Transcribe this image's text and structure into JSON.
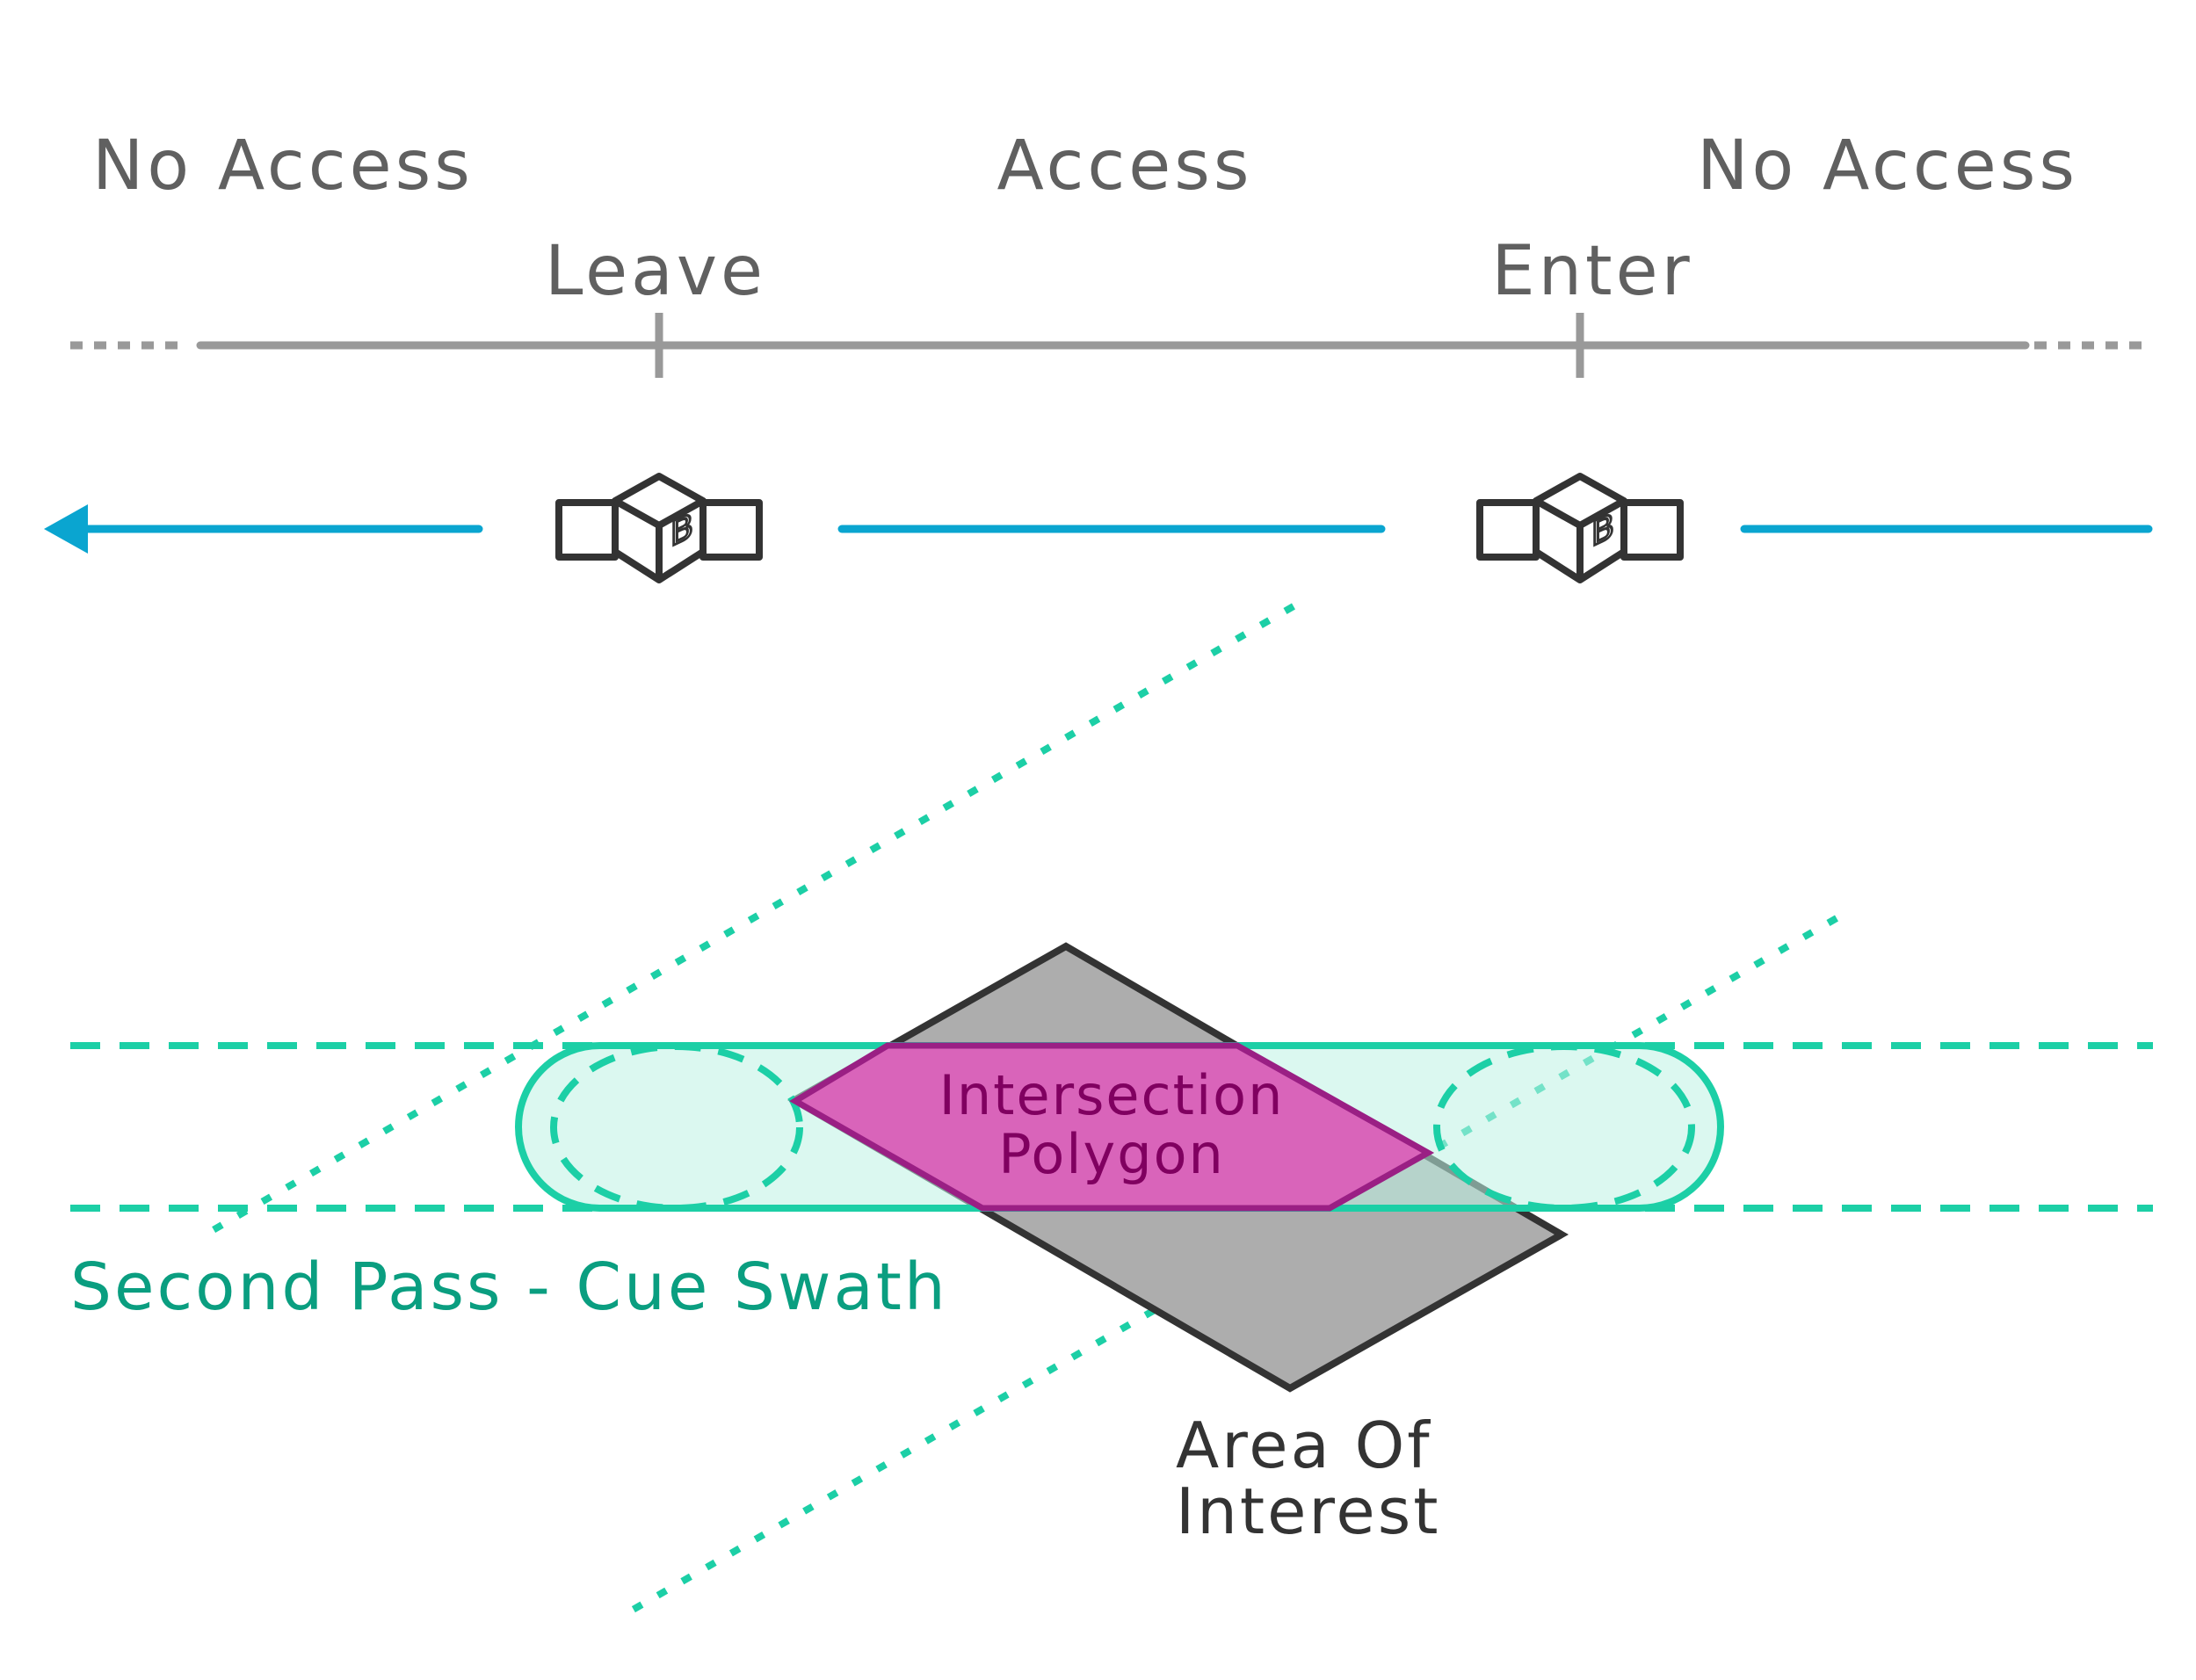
{
  "access_zones": {
    "left": "No Access",
    "center": "Access",
    "right": "No Access"
  },
  "timeline_markers": {
    "leave": "Leave",
    "enter": "Enter"
  },
  "satellite_badge": "B",
  "labels": {
    "swath": "Second Pass - Cue Swath",
    "intersection_line1": "Intersection",
    "intersection_line2": "Polygon",
    "aoi_line1": "Area Of",
    "aoi_line2": "Interest"
  },
  "colors": {
    "timeline_grey": "#999999",
    "orbit_blue": "#0aa5d0",
    "swath_green": "#1ccfa6",
    "swath_fill": "#bdf3e4",
    "swath_text": "#0a9e80",
    "aoi_fill": "#adadad",
    "aoi_stroke": "#333333",
    "intersection_fill": "#d964ba",
    "intersection_stroke": "#9a1f84",
    "intersection_text": "#800060",
    "satellite_stroke": "#333333"
  },
  "icons": {
    "orbit_direction": "arrow-left-icon",
    "satellite": "satellite-icon"
  }
}
